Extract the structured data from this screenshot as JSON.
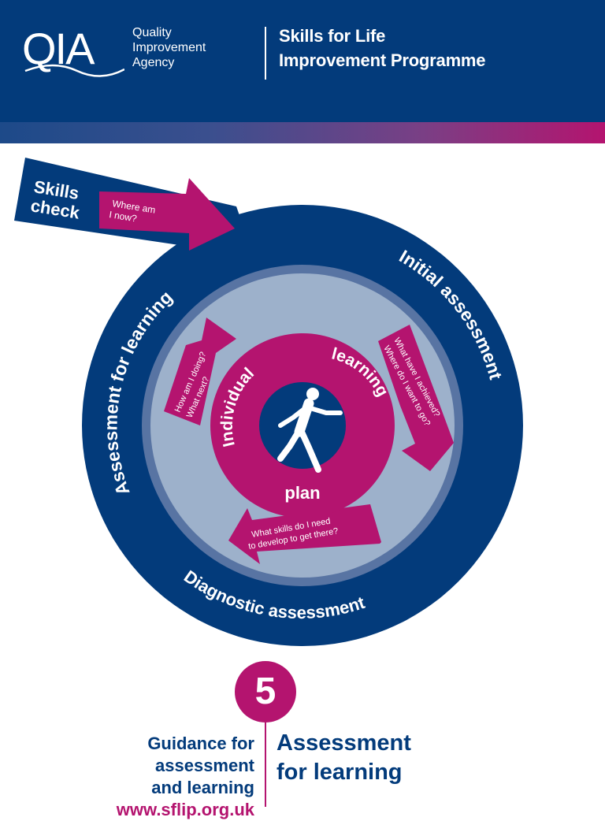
{
  "header": {
    "logo_text": "QIA",
    "org_name": [
      "Quality",
      "Improvement",
      "Agency"
    ],
    "programme": [
      "Skills for Life",
      "Improvement Programme"
    ]
  },
  "diagram": {
    "skills_check": {
      "label": [
        "Skills",
        "check"
      ],
      "question": [
        "Where am",
        "I now?"
      ]
    },
    "outer_ring": {
      "assessment_for_learning": "Assessment for learning",
      "initial_assessment": "Initial assessment",
      "diagnostic_assessment": "Diagnostic assessment"
    },
    "inner_arrows": {
      "how_am_i_doing": [
        "How am I doing?",
        "What next?"
      ],
      "what_have_i_achieved": [
        "What have I achieved?",
        "Where do I want to go?"
      ],
      "what_skills": [
        "What skills do I need",
        "to develop to get there?"
      ]
    },
    "centre": {
      "individual": "Individual",
      "learning": "learning",
      "plan": "plan",
      "figure_icon": "walking-person-icon"
    }
  },
  "booklet": {
    "number": "5",
    "guidance": [
      "Guidance for",
      "assessment",
      "and learning"
    ],
    "url": "www.sflip.org.uk",
    "title": [
      "Assessment",
      "for learning"
    ]
  },
  "colors": {
    "navy": "#033b7b",
    "magenta": "#b4146f",
    "light_blue": "#9db1cb",
    "mid_blue": "#5874a3"
  }
}
